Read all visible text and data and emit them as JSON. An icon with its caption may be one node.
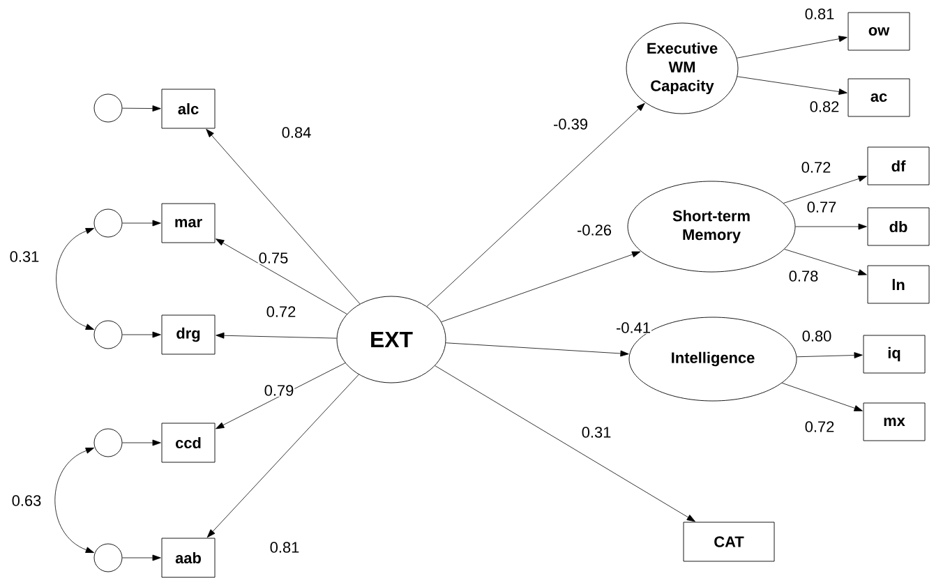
{
  "diagram": {
    "nodes": [
      {
        "text": [],
        "shape": "circle"
      },
      {
        "text": [
          "alc"
        ]
      },
      {
        "text": [],
        "shape": "circle"
      },
      {
        "text": [
          "mar"
        ]
      },
      {
        "text": [],
        "shape": "circle"
      },
      {
        "text": [
          "drg"
        ]
      },
      {
        "text": [],
        "shape": "circle"
      },
      {
        "text": [
          "ccd"
        ]
      },
      {
        "text": [],
        "shape": "circle"
      },
      {
        "text": [
          "aab"
        ]
      },
      {
        "text": [
          "EXT"
        ]
      },
      {
        "text": [
          "Executive WM Capacity"
        ]
      },
      {
        "text": [
          "ow"
        ]
      },
      {
        "text": [
          "ac"
        ]
      },
      {
        "text": [
          "Short-term Memory"
        ]
      },
      {
        "text": [
          "df"
        ]
      },
      {
        "text": [
          "db"
        ]
      },
      {
        "text": [
          "ln"
        ]
      },
      {
        "text": [
          "Intelligence"
        ]
      },
      {
        "text": [
          "iq"
        ]
      },
      {
        "text": [
          "mx"
        ]
      },
      {
        "text": [
          "CAT"
        ]
      }
    ],
    "edges": [
      {
        "from": 0,
        "to": 1,
        "arrow": "to"
      },
      {
        "from": 2,
        "to": 3,
        "arrow": "to"
      },
      {
        "from": 4,
        "to": 5,
        "arrow": "to"
      },
      {
        "from": 6,
        "to": 7,
        "arrow": "to"
      },
      {
        "from": 8,
        "to": 9,
        "arrow": "to"
      },
      {
        "from": 2,
        "to": 4,
        "arrow": "both",
        "label": "0.31"
      },
      {
        "from": 6,
        "to": 8,
        "arrow": "both",
        "label": "0.63"
      },
      {
        "from": 10,
        "to": 1,
        "arrow": "to",
        "label": "0.84"
      },
      {
        "from": 10,
        "to": 3,
        "arrow": "to",
        "label": "0.75"
      },
      {
        "from": 10,
        "to": 5,
        "arrow": "to",
        "label": "0.72"
      },
      {
        "from": 10,
        "to": 7,
        "arrow": "to",
        "label": "0.79"
      },
      {
        "from": 10,
        "to": 9,
        "arrow": "to",
        "label": "0.81"
      },
      {
        "from": 10,
        "to": 11,
        "arrow": "to",
        "label": "-0.39"
      },
      {
        "from": 10,
        "to": 14,
        "arrow": "to",
        "label": "-0.26"
      },
      {
        "from": 10,
        "to": 18,
        "arrow": "to",
        "label": "-0.41"
      },
      {
        "from": 10,
        "to": 21,
        "arrow": "to",
        "label": "0.31"
      },
      {
        "from": 11,
        "to": 12,
        "arrow": "to",
        "label": "0.81"
      },
      {
        "from": 11,
        "to": 13,
        "arrow": "to",
        "label": "0.82"
      },
      {
        "from": 14,
        "to": 15,
        "arrow": "to",
        "label": "0.72"
      },
      {
        "from": 14,
        "to": 16,
        "arrow": "to",
        "label": "0.77"
      },
      {
        "from": 14,
        "to": 17,
        "arrow": "to",
        "label": "0.78"
      },
      {
        "from": 18,
        "to": 19,
        "arrow": "to",
        "label": "0.80"
      },
      {
        "from": 18,
        "to": 20,
        "arrow": "to",
        "label": "0.72"
      }
    ]
  }
}
